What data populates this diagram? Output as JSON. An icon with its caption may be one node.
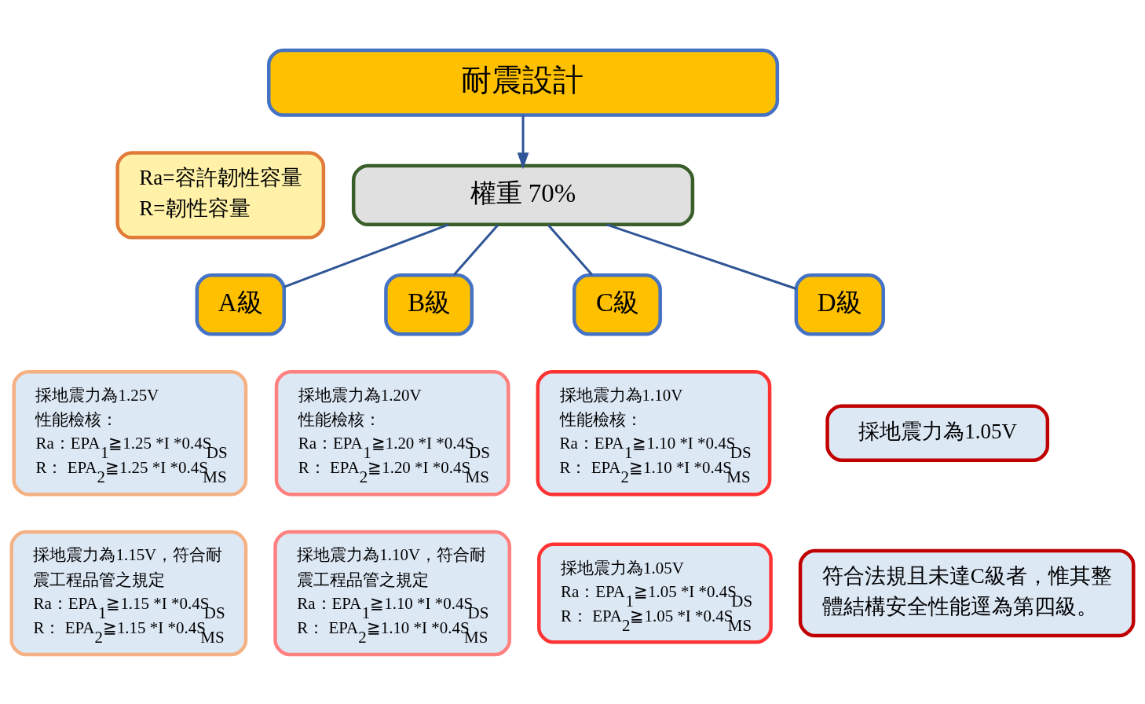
{
  "diagram": {
    "nodes": [
      {
        "text": [
          "耐震設計"
        ]
      },
      {
        "text": [
          "Ra=容許韌性容量",
          "R=韌性容量"
        ]
      },
      {
        "text": [
          "權重 70%"
        ]
      },
      {
        "text": [
          "A級"
        ]
      },
      {
        "text": [
          "B級"
        ]
      },
      {
        "text": [
          "C級"
        ]
      },
      {
        "text": [
          "D級"
        ]
      },
      {
        "text": [
          "採地震力為1.25V",
          "性能檢核：",
          "Ra：EPA$_{1}$≧1.25 *I *0.4S$_{DS}$",
          "R： EPA$_{2}$≧1.25 *I *0.4S$_{MS}$"
        ]
      },
      {
        "text": [
          "採地震力為1.20V",
          "性能檢核：",
          "Ra：EPA$_{1}$≧1.20 *I *0.4S$_{DS}$",
          "R： EPA$_{2}$≧1.20 *I *0.4S$_{MS}$"
        ]
      },
      {
        "text": [
          "採地震力為1.10V",
          "性能檢核：",
          "Ra：EPA$_{1}$≧1.10 *I *0.4S$_{DS}$",
          "R： EPA$_{2}$≧1.10 *I *0.4S$_{MS}$"
        ]
      },
      {
        "text": [
          "採地震力為1.05V"
        ]
      },
      {
        "text": [
          "採地震力為1.15V，符合耐震工程品管之規定",
          "Ra：EPA$_{1}$≧1.15 *I *0.4S$_{DS}$",
          "R： EPA$_{2}$≧1.15 *I *0.4S$_{MS}$"
        ]
      },
      {
        "text": [
          "採地震力為1.10V，符合耐震工程品管之規定",
          "Ra：EPA$_{1}$≧1.10 *I *0.4S$_{DS}$",
          "R： EPA$_{2}$≧1.10 *I *0.4S$_{MS}$"
        ]
      },
      {
        "text": [
          "採地震力為1.05V",
          "Ra：EPA$_{1}$≧1.05 *I *0.4S$_{DS}$",
          "R： EPA$_{2}$≧1.05 *I *0.4S$_{MS}$"
        ]
      },
      {
        "text": [
          "符合法規且未達C級者，惟其整體結構安全性能逕為第四級。"
        ]
      }
    ],
    "edges": [
      {
        "from": 0,
        "to": 2,
        "arrow": "to"
      },
      {
        "from": 2,
        "to": 3,
        "arrow": "none"
      },
      {
        "from": 2,
        "to": 4,
        "arrow": "none"
      },
      {
        "from": 2,
        "to": 5,
        "arrow": "none"
      },
      {
        "from": 2,
        "to": 6,
        "arrow": "none"
      }
    ]
  }
}
